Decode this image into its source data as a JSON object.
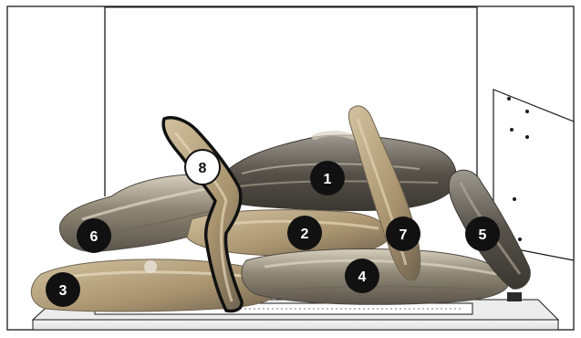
{
  "diagram": {
    "colors": {
      "outline": "#1a1a1a",
      "panel": "#f2f2f2",
      "marker_fill": "#111111",
      "marker_text": "#ffffff",
      "highlight_fill": "#ffffff",
      "highlight_text": "#111111",
      "log_light": "#cfc7b3",
      "log_mid": "#9b927e",
      "log_dark": "#4e4a42",
      "log_tan": "#b9a582"
    },
    "log_markers": [
      {
        "id": "1",
        "label": "1",
        "highlighted": false
      },
      {
        "id": "2",
        "label": "2",
        "highlighted": false
      },
      {
        "id": "3",
        "label": "3",
        "highlighted": false
      },
      {
        "id": "4",
        "label": "4",
        "highlighted": false
      },
      {
        "id": "5",
        "label": "5",
        "highlighted": false
      },
      {
        "id": "6",
        "label": "6",
        "highlighted": false
      },
      {
        "id": "7",
        "label": "7",
        "highlighted": false
      },
      {
        "id": "8",
        "label": "8",
        "highlighted": true
      }
    ]
  }
}
